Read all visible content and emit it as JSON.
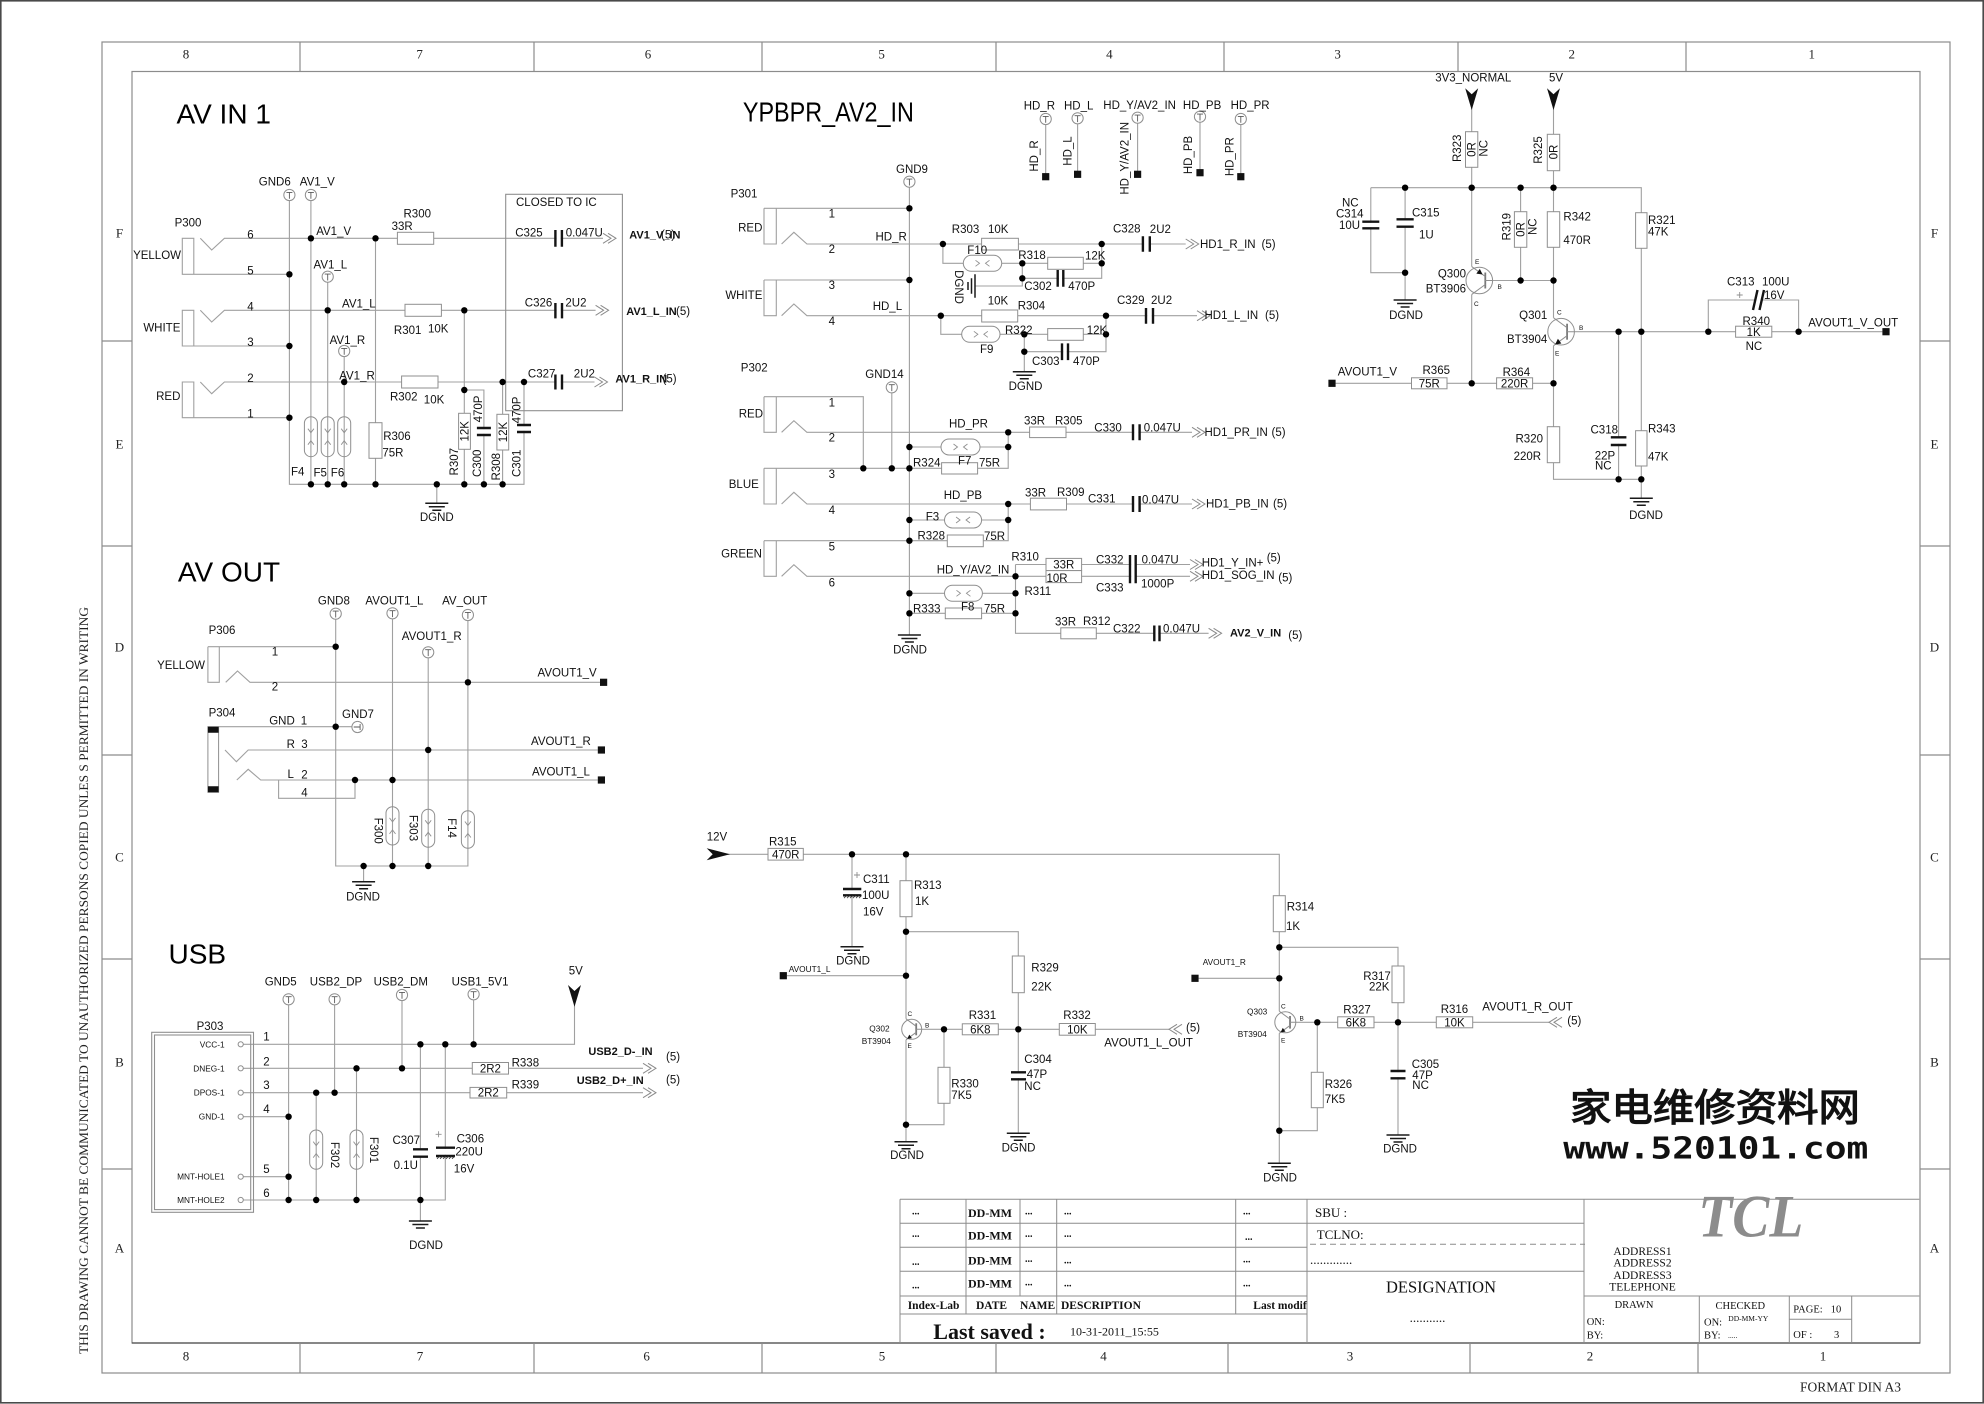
{
  "sheet": {
    "columns_top": [
      "8",
      "7",
      "6",
      "5",
      "4",
      "3",
      "2",
      "1"
    ],
    "columns_bottom": [
      "8",
      "7",
      "6",
      "5",
      "4",
      "3",
      "2",
      "1"
    ],
    "rows": [
      "F",
      "E",
      "D",
      "C",
      "B",
      "A"
    ],
    "disclaimer": "THIS DRAWING CANNOT BE COMMUNICATED TO UNAUTHORIZED PERSONS COPIED UNLES S PERMITTED IN WRITING",
    "format": "FORMAT DIN A3"
  },
  "av_in_1": {
    "title": "AV IN 1",
    "note": "CLOSED TO IC",
    "ground": "DGND",
    "connector": {
      "ref": "P300",
      "jacks": [
        "YELLOW",
        "WHITE",
        "RED"
      ],
      "pins": [
        "6",
        "5",
        "4",
        "3",
        "2",
        "1"
      ]
    },
    "test_points": [
      "GND6",
      "AV1_V",
      "AV1_L",
      "AV1_R"
    ],
    "net_labels": [
      "AV1_V",
      "AV1_L",
      "AV1_R"
    ],
    "parts": {
      "R300": {
        "ref": "R300",
        "value": "33R"
      },
      "R301": {
        "ref": "R301",
        "value": "10K"
      },
      "R302": {
        "ref": "R302",
        "value": "10K"
      },
      "R306": {
        "ref": "R306",
        "value": "75R"
      },
      "R307": {
        "ref": "R307",
        "value": "12K"
      },
      "R308": {
        "ref": "R308",
        "value": "12K"
      },
      "C300": {
        "ref": "C300",
        "value": "470P"
      },
      "C301": {
        "ref": "C301",
        "value": "470P"
      },
      "C325": {
        "ref": "C325",
        "value": "0.047U"
      },
      "C326": {
        "ref": "C326",
        "value": "2U2"
      },
      "C327": {
        "ref": "C327",
        "value": "2U2"
      },
      "F4": {
        "ref": "F4"
      },
      "F5": {
        "ref": "F5"
      },
      "F6": {
        "ref": "F6"
      }
    },
    "outputs": [
      {
        "net": "AV1_V_IN",
        "sheet": "(5)"
      },
      {
        "net": "AV1_L_IN",
        "sheet": "(5)"
      },
      {
        "net": "AV1_R_IN",
        "sheet": "(5)"
      }
    ]
  },
  "ypbpr_av2_in": {
    "title": "YPBPR_AV2_IN",
    "ground": "DGND",
    "test_points_top": [
      "HD_R",
      "HD_L",
      "HD_Y/AV2_IN",
      "HD_PB",
      "HD_PR"
    ],
    "test_points": [
      "GND9",
      "GND14"
    ],
    "connectors": [
      {
        "ref": "P301",
        "jacks": [
          "RED",
          "WHITE"
        ],
        "pins": [
          "1",
          "2",
          "3",
          "4"
        ]
      },
      {
        "ref": "P302",
        "jacks": [
          "RED",
          "BLUE",
          "GREEN"
        ],
        "pins": [
          "1",
          "2",
          "3",
          "4",
          "5",
          "6"
        ]
      }
    ],
    "net_labels": [
      "HD_R",
      "HD_L",
      "HD_PR",
      "HD_PB",
      "HD_Y/AV2_IN"
    ],
    "parts": {
      "R303": {
        "ref": "R303",
        "value": "10K"
      },
      "R318": {
        "ref": "R318",
        "value": "12K"
      },
      "C302": {
        "ref": "C302",
        "value": "470P"
      },
      "C328": {
        "ref": "C328",
        "value": "2U2"
      },
      "F10": {
        "ref": "F10"
      },
      "R304": {
        "ref": "R304",
        "value": "10K"
      },
      "R322": {
        "ref": "R322",
        "value": "12K"
      },
      "C303": {
        "ref": "C303",
        "value": "470P"
      },
      "C329": {
        "ref": "C329",
        "value": "2U2"
      },
      "F9": {
        "ref": "F9"
      },
      "R305": {
        "ref": "R305",
        "value": "33R"
      },
      "C330": {
        "ref": "C330",
        "value": "0.047U"
      },
      "F7": {
        "ref": "F7"
      },
      "R324": {
        "ref": "R324",
        "value": "75R"
      },
      "R309": {
        "ref": "R309",
        "value": "33R"
      },
      "C331": {
        "ref": "C331",
        "value": "0.047U"
      },
      "F3": {
        "ref": "F3"
      },
      "R328": {
        "ref": "R328",
        "value": "75R"
      },
      "R310": {
        "ref": "R310",
        "value": "33R"
      },
      "R311": {
        "ref": "R311",
        "value": "10R"
      },
      "C332": {
        "ref": "C332",
        "value": "0.047U"
      },
      "C333": {
        "ref": "C333",
        "value": "1000P"
      },
      "F8": {
        "ref": "F8"
      },
      "R333": {
        "ref": "R333",
        "value": "75R"
      },
      "R312": {
        "ref": "R312",
        "value": "33R"
      },
      "C322": {
        "ref": "C322",
        "value": "0.047U"
      }
    },
    "outputs": [
      {
        "net": "HD1_R_IN",
        "sheet": "(5)"
      },
      {
        "net": "HD1_L_IN",
        "sheet": "(5)"
      },
      {
        "net": "HD1_PR_IN",
        "sheet": "(5)"
      },
      {
        "net": "HD1_PB_IN",
        "sheet": "(5)"
      },
      {
        "net": "HD1_Y_IN+",
        "sheet": "(5)"
      },
      {
        "net": "HD1_SOG_IN",
        "sheet": "(5)"
      },
      {
        "net": "AV2_V_IN",
        "sheet": "(5)"
      }
    ]
  },
  "video_buffer": {
    "power": [
      "3V3_NORMAL",
      "5V"
    ],
    "ground": "DGND",
    "ports": {
      "input": "AVOUT1_V",
      "output": "AVOUT1_V_OUT"
    },
    "parts": {
      "R323": {
        "ref": "R323",
        "value": "0R",
        "note": "NC"
      },
      "R325": {
        "ref": "R325",
        "value": "0R"
      },
      "R319": {
        "ref": "R319",
        "value": "0R",
        "note": "NC"
      },
      "R342": {
        "ref": "R342",
        "value": "470R"
      },
      "R321": {
        "ref": "R321",
        "value": "47K"
      },
      "R343": {
        "ref": "R343",
        "value": "47K"
      },
      "R320": {
        "ref": "R320",
        "value": "220R"
      },
      "R365": {
        "ref": "R365",
        "value": "75R"
      },
      "R364": {
        "ref": "R364",
        "value": "220R"
      },
      "R340": {
        "ref": "R340",
        "value": "1K",
        "note": "NC"
      },
      "C314": {
        "ref": "C314",
        "value": "10U",
        "note": "NC"
      },
      "C315": {
        "ref": "C315",
        "value": "1U"
      },
      "C318": {
        "ref": "C318",
        "value": "22P",
        "note": "NC"
      },
      "C313": {
        "ref": "C313",
        "value": "100U",
        "voltage": "16V"
      },
      "Q300": {
        "ref": "Q300",
        "value": "BT3906",
        "pins": {
          "e": "E",
          "b": "B",
          "c": "C"
        }
      },
      "Q301": {
        "ref": "Q301",
        "value": "BT3904",
        "pins": {
          "c": "C",
          "b": "B",
          "e": "E"
        }
      }
    }
  },
  "av_out": {
    "title": "AV OUT",
    "ground": "DGND",
    "test_points": [
      "GND8",
      "AVOUT1_L",
      "AV_OUT",
      "AVOUT1_R",
      "GND7"
    ],
    "connectors": [
      {
        "ref": "P306",
        "jacks": [
          "YELLOW"
        ],
        "pins": [
          "1",
          "2"
        ]
      },
      {
        "ref": "P304",
        "pins": [
          {
            "name": "GND",
            "number": "1"
          },
          {
            "name": "R",
            "number": "3"
          },
          {
            "name": "L",
            "number": "2"
          },
          {
            "number": "4"
          }
        ]
      }
    ],
    "ports": [
      "AVOUT1_V",
      "AVOUT1_R",
      "AVOUT1_L"
    ],
    "parts": {
      "F300": {
        "ref": "F300"
      },
      "F303": {
        "ref": "F303"
      },
      "F14": {
        "ref": "F14"
      }
    }
  },
  "usb": {
    "title": "USB",
    "ground": "DGND",
    "power": "5V",
    "test_points": [
      "GND5",
      "USB2_DP",
      "USB2_DM",
      "USB1_5V1"
    ],
    "connector": {
      "ref": "P303",
      "pins": [
        {
          "name": "VCC-1",
          "number": "1"
        },
        {
          "name": "DNEG-1",
          "number": "2"
        },
        {
          "name": "DPOS-1",
          "number": "3"
        },
        {
          "name": "GND-1",
          "number": "4"
        },
        {
          "name": "MNT-HOLE1",
          "number": "5"
        },
        {
          "name": "MNT-HOLE2",
          "number": "6"
        }
      ]
    },
    "parts": {
      "R338": {
        "ref": "R338",
        "value": "2R2"
      },
      "R339": {
        "ref": "R339",
        "value": "2R2"
      },
      "F302": {
        "ref": "F302"
      },
      "F301": {
        "ref": "F301"
      },
      "C307": {
        "ref": "C307",
        "value": "0.1U"
      },
      "C306": {
        "ref": "C306",
        "value": "220U",
        "voltage": "16V"
      }
    },
    "outputs": [
      {
        "net": "USB2_D-_IN",
        "sheet": "(5)"
      },
      {
        "net": "USB2_D+_IN",
        "sheet": "(5)"
      }
    ]
  },
  "audio_out_l": {
    "power": "12V",
    "ground": "DGND",
    "port": "AVOUT1_L",
    "parts": {
      "R315": {
        "ref": "R315",
        "value": "470R"
      },
      "C311": {
        "ref": "C311",
        "value": "100U",
        "voltage": "16V"
      },
      "R313": {
        "ref": "R313",
        "value": "1K"
      },
      "R329": {
        "ref": "R329",
        "value": "22K"
      },
      "Q302": {
        "ref": "Q302",
        "value": "BT3904",
        "pins": {
          "c": "C",
          "b": "B",
          "e": "E"
        }
      },
      "R331": {
        "ref": "R331",
        "value": "6K8"
      },
      "R330": {
        "ref": "R330",
        "value": "7K5"
      },
      "R332": {
        "ref": "R332",
        "value": "10K"
      },
      "C304": {
        "ref": "C304",
        "value": "47P",
        "note": "NC"
      }
    },
    "output": {
      "net": "AVOUT1_L_OUT",
      "sheet": "(5)"
    }
  },
  "audio_out_r": {
    "ground": "DGND",
    "port": "AVOUT1_R",
    "parts": {
      "R314": {
        "ref": "R314",
        "value": "1K"
      },
      "R317": {
        "ref": "R317",
        "value": "22K"
      },
      "Q303": {
        "ref": "Q303",
        "value": "BT3904",
        "pins": {
          "c": "C",
          "b": "B",
          "e": "E"
        }
      },
      "R327": {
        "ref": "R327",
        "value": "6K8"
      },
      "R326": {
        "ref": "R326",
        "value": "7K5"
      },
      "R316": {
        "ref": "R316",
        "value": "10K"
      },
      "C305": {
        "ref": "C305",
        "value": "47P",
        "note": "NC"
      }
    },
    "output": {
      "net": "AVOUT1_R_OUT",
      "sheet": "(5)"
    }
  },
  "title_block": {
    "revisions": [
      {
        "index": "...",
        "date": "DD-MM",
        "name": "...",
        "description": "...",
        "last_modif": "..."
      },
      {
        "index": "...",
        "date": "DD-MM",
        "name": "...",
        "description": "...",
        "last_modif": "..."
      },
      {
        "index": "...",
        "date": "DD-MM",
        "name": "...",
        "description": "...",
        "last_modif": "..."
      },
      {
        "index": "...",
        "date": "DD-MM",
        "name": "...",
        "description": "...",
        "last_modif": "..."
      }
    ],
    "headers": {
      "index": "Index-Lab",
      "date": "DATE",
      "name": "NAME",
      "description": "DESCRIPTION",
      "last_modif": "Last modif"
    },
    "last_saved": {
      "label": "Last saved :",
      "value": "10-31-2011_15:55"
    },
    "sbu_label": "SBU :",
    "tclno": {
      "label": "TCLNO:",
      "value": "............."
    },
    "designation": {
      "label": "DESIGNATION",
      "value": "..........."
    },
    "logo": "TCL",
    "address": [
      "ADDRESS1",
      "ADDRESS2",
      "ADDRESS3",
      "TELEPHONE"
    ],
    "drawn": {
      "label": "DRAWN",
      "on": "ON:",
      "by": "BY:"
    },
    "checked": {
      "label": "CHECKED",
      "on": "ON:",
      "on_value": "DD-MM-YY",
      "by": "BY:",
      "by_value": "....."
    },
    "page": {
      "label": "PAGE:",
      "value": "10"
    },
    "of": {
      "label": "OF :",
      "value": "3"
    }
  },
  "watermark": {
    "chinese": "家电维修资料网",
    "url": "www.520101.com"
  }
}
